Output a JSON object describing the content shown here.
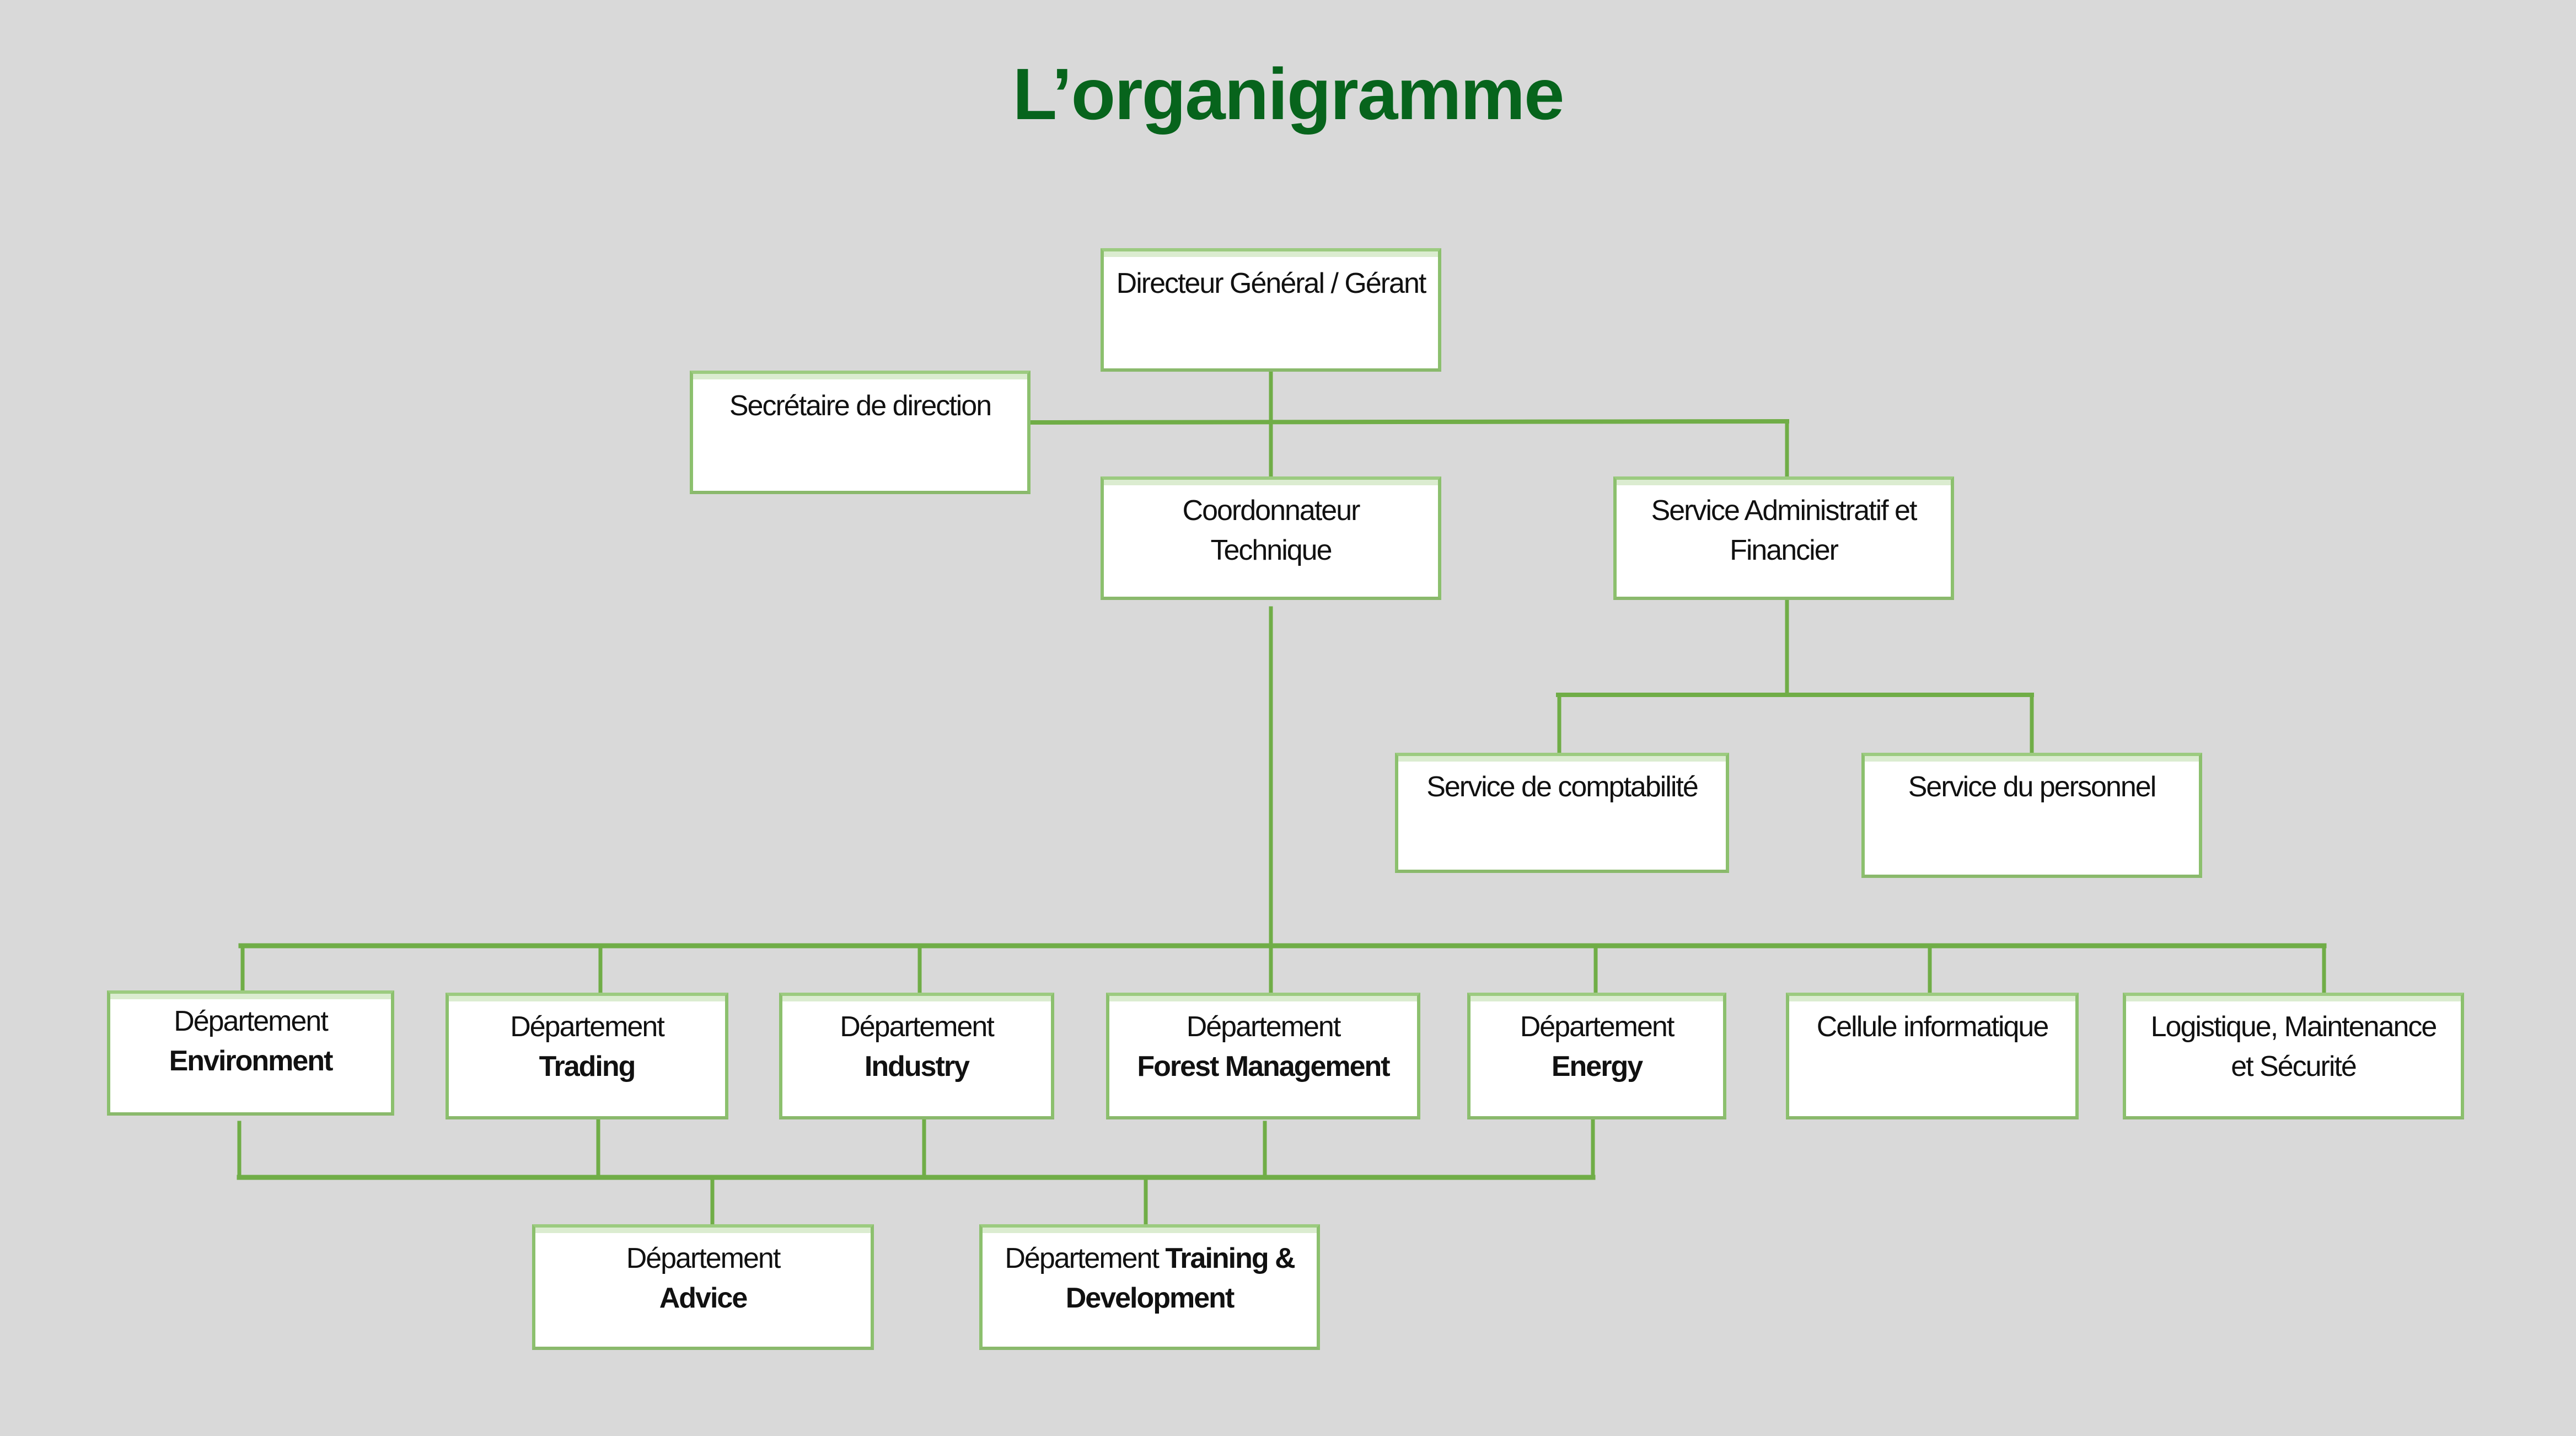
{
  "title": "L’organigramme",
  "colors": {
    "title": "#07641c",
    "connector": "#70ad47",
    "box_border": "#8cc06e",
    "box_fill": "#ffffff",
    "background": "#d9d9d9"
  },
  "nodes": {
    "directeur": {
      "line1": "Directeur Général / Gérant",
      "line2": ""
    },
    "secretaire": {
      "line1": "Secrétaire de direction",
      "line2": ""
    },
    "coordonnateur": {
      "line1": "Coordonnateur",
      "line1b": "Technique"
    },
    "service_admin": {
      "line1": "Service Administratif et",
      "line1b": "Financier"
    },
    "comptabilite": {
      "line1": "Service de comptabilité"
    },
    "personnel": {
      "line1": "Service du personnel"
    },
    "dept_environment": {
      "line1": "Département",
      "line2": "Environment"
    },
    "dept_trading": {
      "line1": "Département",
      "line2": "Trading"
    },
    "dept_industry": {
      "line1": "Département",
      "line2": "Industry"
    },
    "dept_forest": {
      "line1": "Département",
      "line2": "Forest Management"
    },
    "dept_energy": {
      "line1": "Département",
      "line2": "Energy"
    },
    "cellule_info": {
      "line1": "Cellule informatique"
    },
    "logistique": {
      "line1": "Logistique, Maintenance",
      "line1b": "et Sécurité"
    },
    "dept_advice": {
      "line1": "Département",
      "line2": "Advice"
    },
    "dept_training": {
      "line1": "Département ",
      "line1bold": "Training &",
      "line2": "Development"
    }
  },
  "hierarchy": [
    {
      "parent": "directeur",
      "children": [
        "secretaire",
        "coordonnateur",
        "service_admin"
      ]
    },
    {
      "parent": "service_admin",
      "children": [
        "comptabilite",
        "personnel"
      ]
    },
    {
      "parent": "coordonnateur",
      "children": [
        "dept_environment",
        "dept_trading",
        "dept_industry",
        "dept_forest",
        "dept_energy",
        "cellule_info",
        "logistique"
      ]
    },
    {
      "parent": "departments_group",
      "members": [
        "dept_environment",
        "dept_trading",
        "dept_industry",
        "dept_forest",
        "dept_energy"
      ],
      "children": [
        "dept_advice",
        "dept_training"
      ]
    }
  ]
}
